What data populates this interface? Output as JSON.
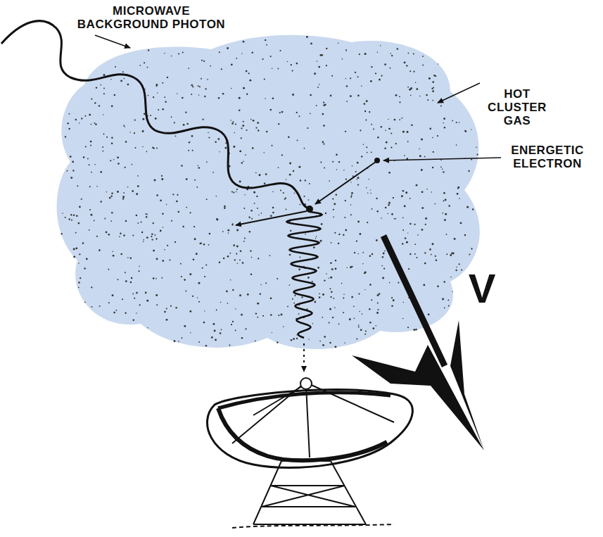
{
  "diagram": {
    "labels": [
      "MICROWAVE BACKGROUND PHOTON",
      "HOT CLUSTER GAS",
      "ENERGETIC ELECTRON",
      "V"
    ]
  }
}
